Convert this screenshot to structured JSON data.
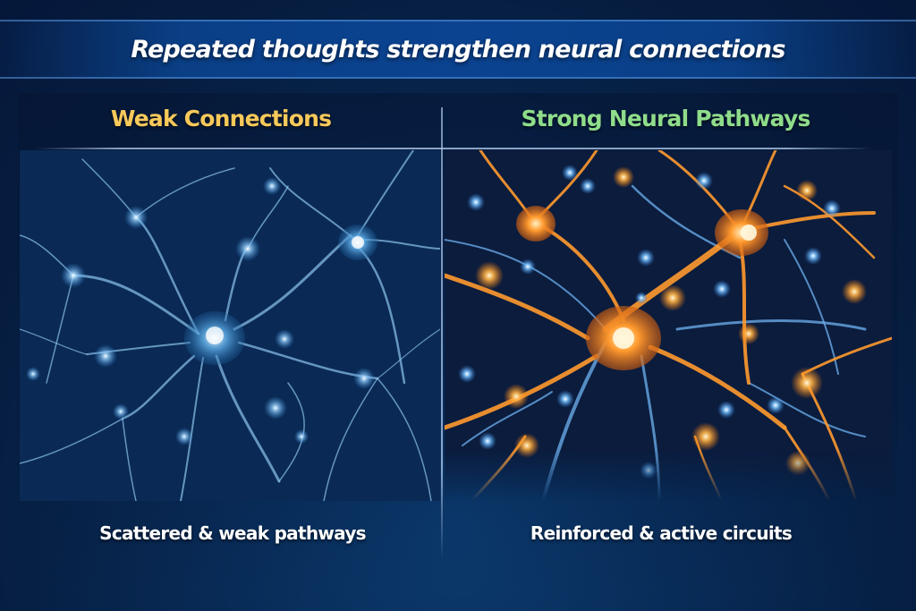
{
  "title": "Repeated thoughts strengthen neural connections",
  "panels": [
    {
      "heading": "Weak Connections",
      "heading_color": "#f7c95a",
      "caption": "Scattered & weak pathways",
      "illustration": "blue-neuron-network-icon",
      "glow_color": "#7cc4ff"
    },
    {
      "heading": "Strong Neural Pathways",
      "heading_color": "#8fdc8a",
      "caption": "Reinforced & active circuits",
      "illustration": "orange-neuron-network-icon",
      "glow_color": "#ff9a2e"
    }
  ],
  "colors": {
    "background": "#061d3f",
    "banner": "#0b4391",
    "title_text": "#ffffff",
    "divider": "#aac3e6"
  }
}
